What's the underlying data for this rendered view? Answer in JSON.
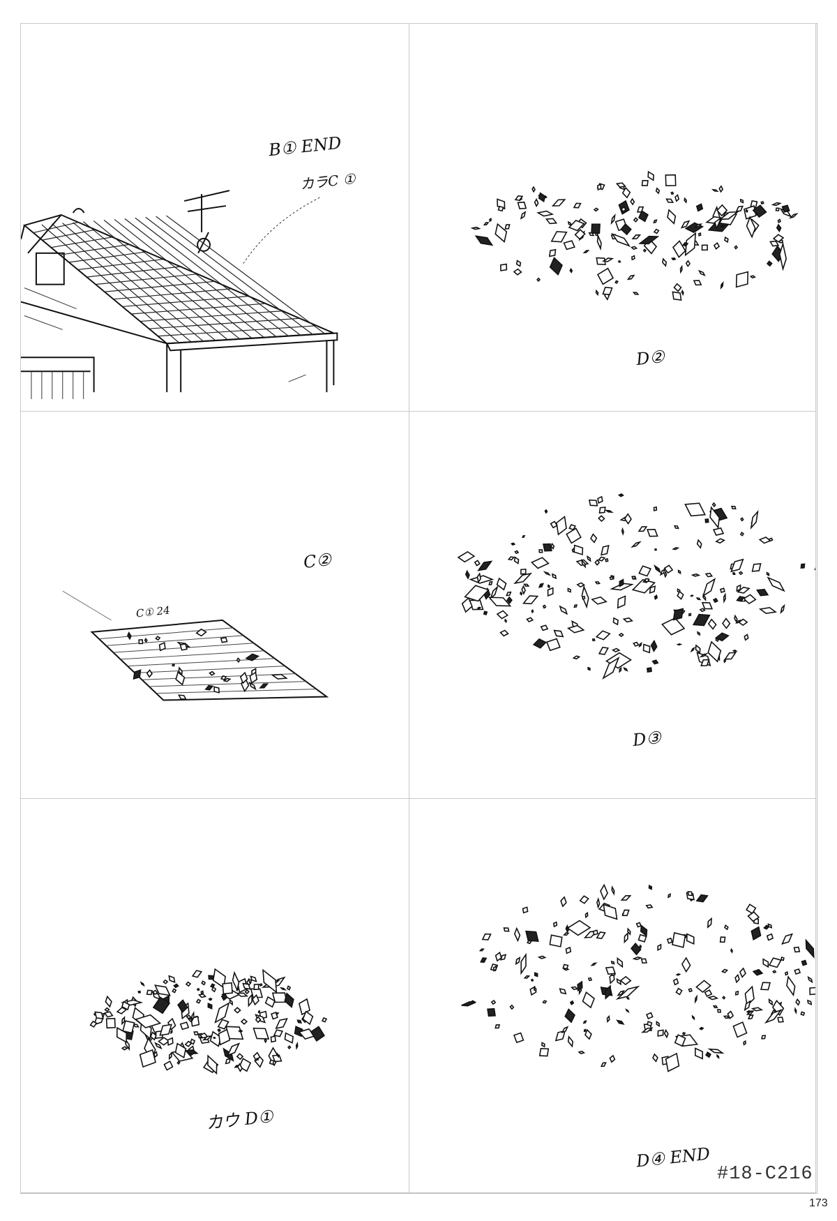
{
  "panels": [
    {
      "id": "p1",
      "notes": [
        "B① END",
        "カラC ①"
      ]
    },
    {
      "id": "p2",
      "notes": [
        "D②"
      ]
    },
    {
      "id": "p3",
      "notes": [
        "C②",
        "C① 24"
      ]
    },
    {
      "id": "p4",
      "notes": [
        "D③"
      ]
    },
    {
      "id": "p5",
      "notes": [
        "カウ D①"
      ]
    },
    {
      "id": "p6",
      "notes": [
        "D④ END"
      ]
    }
  ],
  "cut_code": "#18-C216",
  "page_number": "173",
  "colors": {
    "ink": "#111111",
    "border": "#c9c9c9"
  }
}
